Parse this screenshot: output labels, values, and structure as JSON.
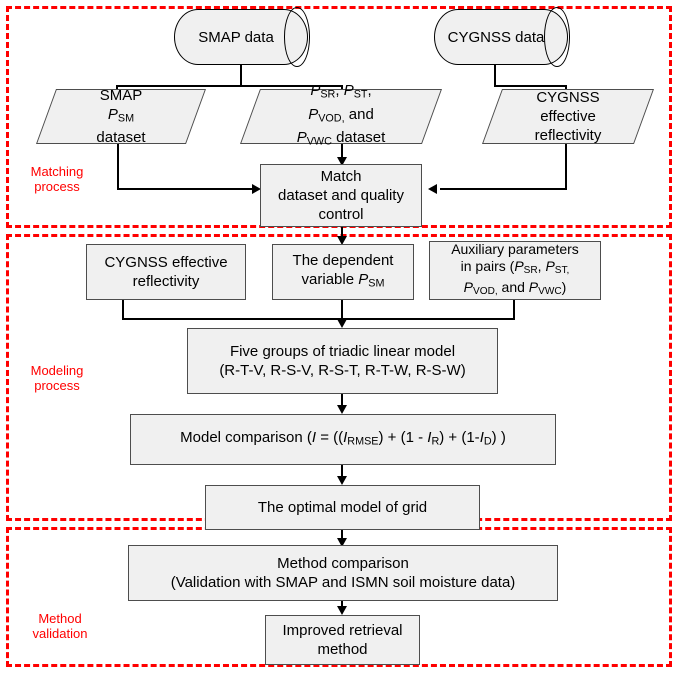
{
  "figure": {
    "type": "flowchart",
    "title": "Soil moisture retrieval methodology flowchart",
    "accent_color": "#ff0000",
    "node_fill": "#f0f0f0",
    "node_border": "#4d4d4d"
  },
  "sections": [
    {
      "id": "matching",
      "label_line1": "Matching",
      "label_line2": "process"
    },
    {
      "id": "modeling",
      "label_line1": "Modeling",
      "label_line2": "process"
    },
    {
      "id": "validation",
      "label_line1": "Method",
      "label_line2": "validation"
    }
  ],
  "nodes": {
    "smap_data": {
      "shape": "cylinder",
      "text": "SMAP data"
    },
    "cygnss_data": {
      "shape": "cylinder",
      "text": "CYGNSS data"
    },
    "smap_psm_dataset": {
      "shape": "parallelogram",
      "line1": "SMAP",
      "line2_pre": "P",
      "line2_sub": "SM",
      "line3": "dataset"
    },
    "aux_dataset": {
      "shape": "parallelogram",
      "l1": [
        {
          "v": "P",
          "sub": "SR"
        },
        {
          "v": ", "
        },
        {
          "v": "P",
          "sub": "ST"
        },
        {
          "v": ","
        }
      ],
      "l2": [
        {
          "v": "P",
          "sub": "VOD"
        },
        {
          "v": ", and"
        }
      ],
      "l3": [
        {
          "v": "P",
          "sub": "VWC"
        },
        {
          "v": " dataset"
        }
      ]
    },
    "cygnss_refl_par": {
      "shape": "parallelogram",
      "line1": "CYGNSS",
      "line2": "effective",
      "line3": "reflectivity"
    },
    "match_control": {
      "shape": "rect",
      "line1": "Match",
      "line2": "dataset and quality",
      "line3": "control"
    },
    "cygnss_refl_box": {
      "shape": "rect",
      "line1": "CYGNSS effective",
      "line2": "reflectivity"
    },
    "dependent_var": {
      "shape": "rect",
      "line1": "The dependent",
      "line2_pre": "variable ",
      "line2_var": "P",
      "line2_sub": "SM"
    },
    "aux_params": {
      "shape": "rect",
      "l1": "Auxiliary parameters",
      "l2": [
        {
          "v": "in pairs ("
        },
        {
          "v": "P",
          "sub": "SR"
        },
        {
          "v": ", "
        },
        {
          "v": "P",
          "sub": "ST"
        },
        {
          "v": ","
        }
      ],
      "l3": [
        {
          "v": "P",
          "sub": "VOD"
        },
        {
          "v": ", and "
        },
        {
          "v": "P",
          "sub": "VWC"
        },
        {
          "v": ")"
        }
      ]
    },
    "five_groups": {
      "shape": "rect",
      "line1": "Five groups of triadic linear model",
      "line2": "(R-T-V, R-S-V, R-S-T, R-T-W, R-S-W)"
    },
    "model_comparison": {
      "shape": "rect",
      "parts": [
        {
          "v": "Model comparison ("
        },
        {
          "v": "I",
          "italic": true
        },
        {
          "v": " = (("
        },
        {
          "v": "I",
          "italic": true,
          "sub": "RMSE"
        },
        {
          "v": ") + (1 - "
        },
        {
          "v": "I",
          "italic": true,
          "sub": "R"
        },
        {
          "v": ") + (1-"
        },
        {
          "v": "I",
          "italic": true,
          "sub": "D"
        },
        {
          "v": ") )"
        }
      ]
    },
    "optimal_model": {
      "shape": "rect",
      "line1": "The optimal model of grid"
    },
    "method_comparison": {
      "shape": "rect",
      "line1": "Method comparison",
      "line2": "(Validation with SMAP and ISMN soil moisture data)"
    },
    "improved_method": {
      "shape": "rect",
      "line1": "Improved retrieval",
      "line2": "method"
    }
  }
}
